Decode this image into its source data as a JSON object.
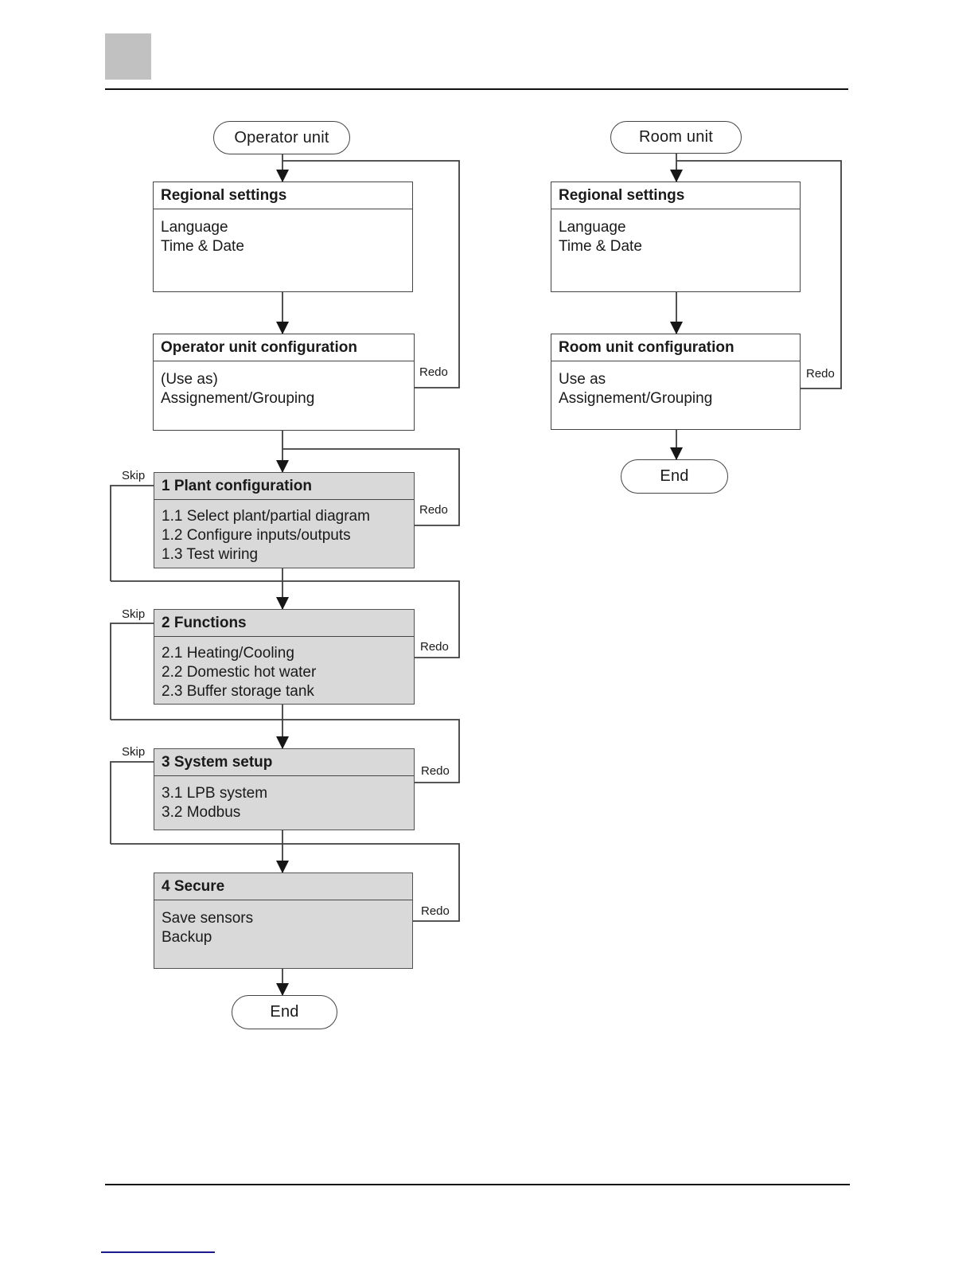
{
  "left_flow": {
    "start_label": "Operator unit",
    "end_label": "End",
    "skip_label": "Skip",
    "redo_label": "Redo",
    "steps": [
      {
        "title": "Regional settings",
        "lines": [
          "Language",
          "Time & Date"
        ]
      },
      {
        "title": "Operator unit configuration",
        "lines": [
          "(Use as)",
          "Assignement/Grouping"
        ]
      },
      {
        "title": "1 Plant configuration",
        "lines": [
          "1.1 Select plant/partial diagram",
          "1.2 Configure inputs/outputs",
          "1.3 Test wiring"
        ]
      },
      {
        "title": "2 Functions",
        "lines": [
          "2.1 Heating/Cooling",
          "2.2 Domestic hot water",
          "2.3 Buffer storage tank"
        ]
      },
      {
        "title": "3 System setup",
        "lines": [
          "3.1 LPB system",
          "3.2 Modbus"
        ]
      },
      {
        "title": "4 Secure",
        "lines": [
          "Save sensors",
          "Backup"
        ]
      }
    ]
  },
  "right_flow": {
    "start_label": "Room unit",
    "end_label": "End",
    "redo_label": "Redo",
    "steps": [
      {
        "title": "Regional settings",
        "lines": [
          "Language",
          "Time & Date"
        ]
      },
      {
        "title": "Room unit configuration",
        "lines": [
          "Use as",
          "Assignement/Grouping"
        ]
      }
    ]
  },
  "colors": {
    "shaded_box_fill": "#d9d9d9",
    "connector": "#3f3f3f",
    "footnote_rule": "#1a1a8c"
  }
}
